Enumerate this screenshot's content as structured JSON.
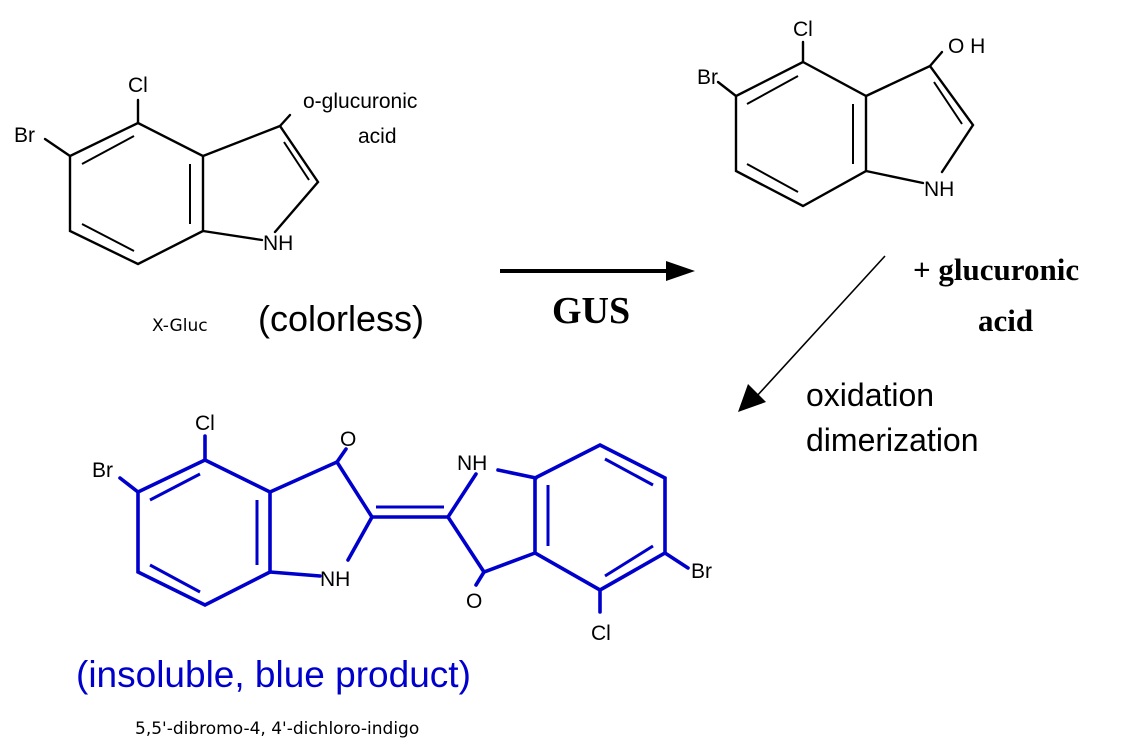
{
  "reactant": {
    "atoms": {
      "cl": "Cl",
      "br": "Br",
      "nh": "NH"
    },
    "substituent_line1": "o-glucuronic",
    "substituent_line2": "acid",
    "name": "X-Gluc",
    "state": "(colorless)"
  },
  "arrow": {
    "enzyme": "GUS"
  },
  "intermediate": {
    "atoms": {
      "cl": "Cl",
      "br": "Br",
      "oh": "O H",
      "nh": "NH"
    }
  },
  "byproduct": {
    "line1": "+ glucuronic",
    "line2": "acid"
  },
  "conditions": {
    "line1": "oxidation",
    "line2": "dimerization"
  },
  "product": {
    "atoms": {
      "cl_left": "Cl",
      "br_left": "Br",
      "o_left": "O",
      "nh_left": "NH",
      "nh_right": "NH",
      "o_right": "O",
      "br_right": "Br",
      "cl_right": "Cl"
    },
    "description": "(insoluble, blue product)",
    "iupac_name": "5,5'-dibromo-4, 4'-dichloro-indigo"
  },
  "colors": {
    "product": "#0000cc",
    "text": "#000000"
  }
}
